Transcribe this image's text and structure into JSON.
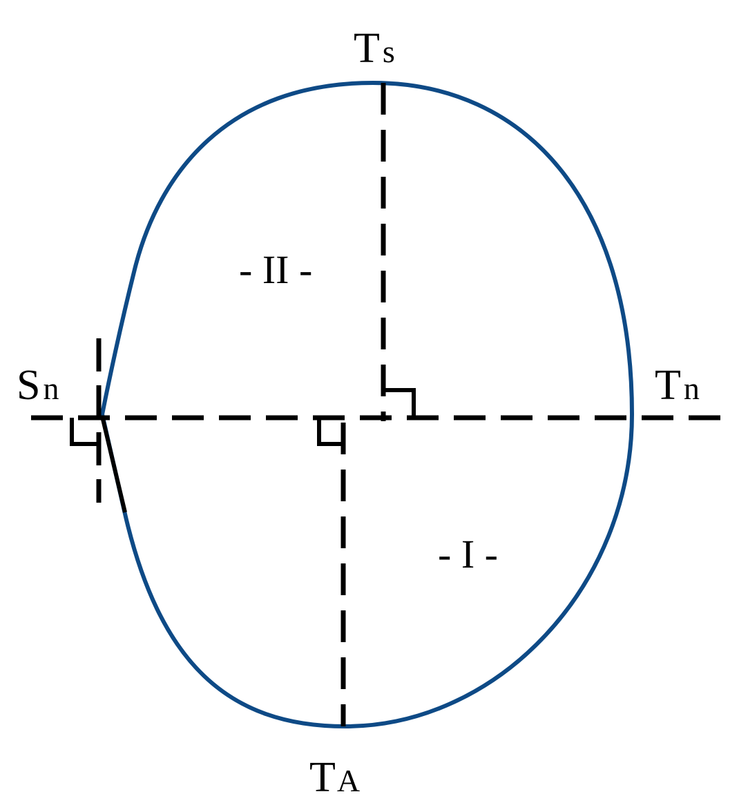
{
  "labels": {
    "top": {
      "main": "T",
      "sub": "s"
    },
    "right": {
      "main": "T",
      "sub": "n"
    },
    "left": {
      "main": "S",
      "sub": "n"
    },
    "bottom": {
      "main": "T",
      "sub": "A"
    }
  },
  "regions": {
    "upper": "- II -",
    "lower": "- I -"
  },
  "colors": {
    "outline": "#0e4a86",
    "lines": "#000000",
    "background": "#ffffff"
  }
}
